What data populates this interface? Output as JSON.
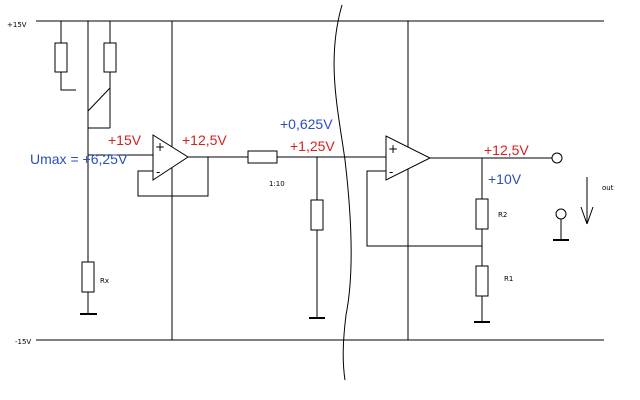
{
  "rails": {
    "positive": "+15V",
    "negative": "-15V"
  },
  "components": {
    "rx": "Rx",
    "r1": "R1",
    "r2": "R2",
    "divider_ratio": "1:10",
    "output": "out"
  },
  "opamp_signs": {
    "plus": "+",
    "minus": "-"
  },
  "annotations": {
    "umax": "Umax = +6,25V",
    "opamp1_supply": "+15V",
    "opamp1_out": "+12,5V",
    "divider_blue": "+0,625V",
    "divider_red": "+1,25V",
    "opamp2_out": "+12,5V",
    "opamp2_blue": "+10V"
  },
  "colors": {
    "red": "#d42020",
    "blue": "#2a4fc0",
    "line": "#000000"
  }
}
